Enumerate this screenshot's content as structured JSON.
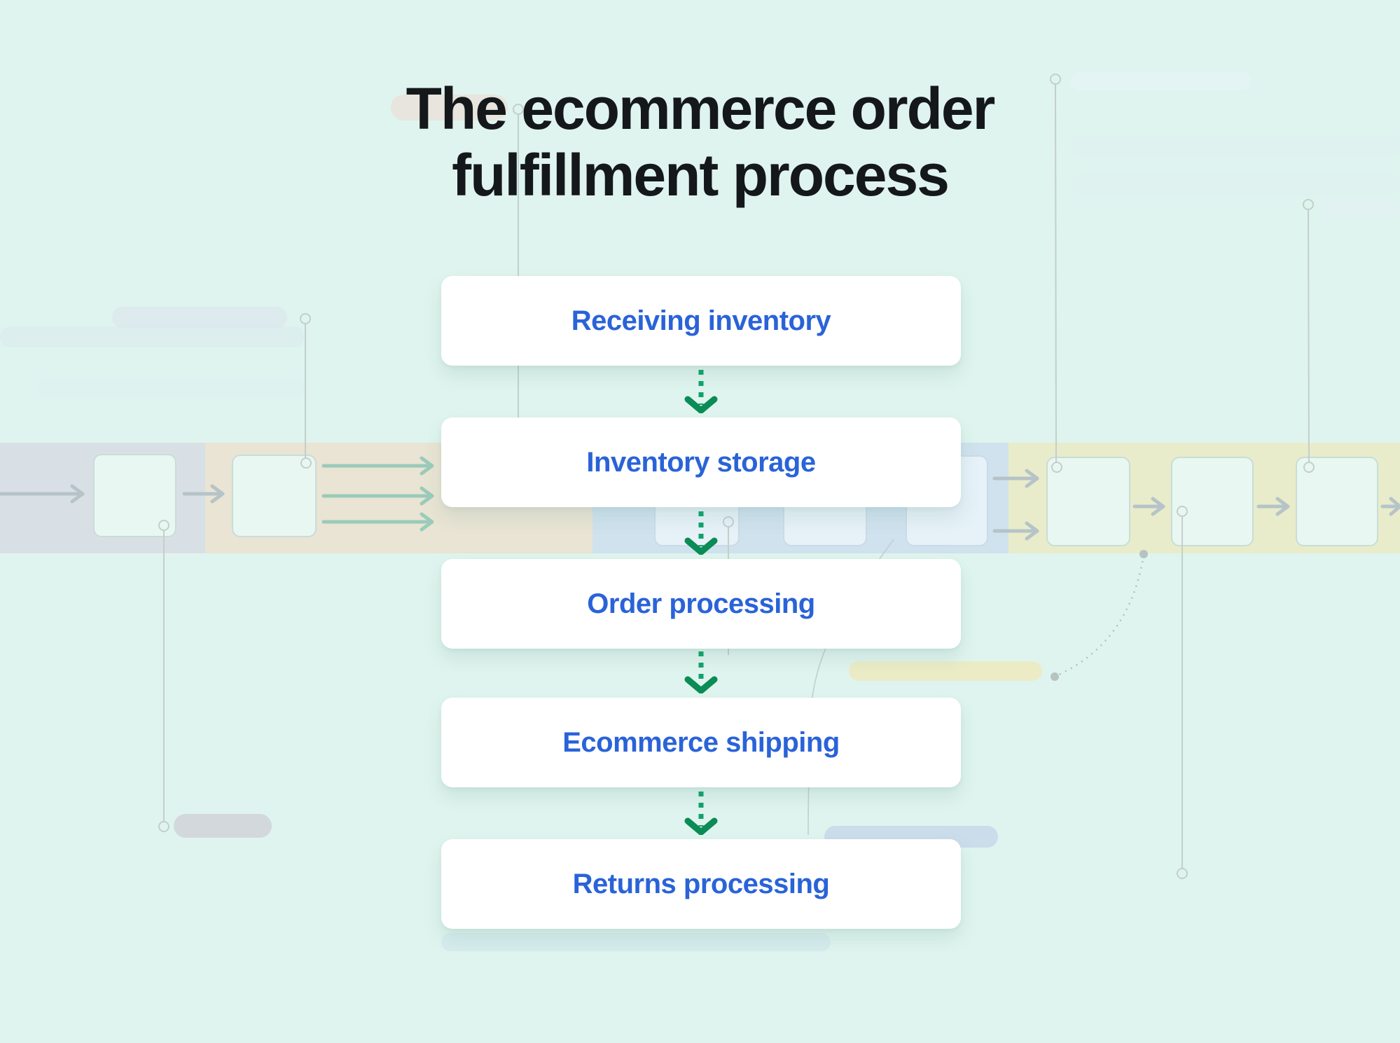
{
  "title": {
    "line1": "The ecommerce order",
    "line2": "fulfillment process"
  },
  "steps": [
    {
      "label": "Receiving inventory"
    },
    {
      "label": "Inventory storage"
    },
    {
      "label": "Order processing"
    },
    {
      "label": "Ecommerce shipping"
    },
    {
      "label": "Returns processing"
    }
  ],
  "colors": {
    "background": "#dff4ee",
    "title_text": "#15181a",
    "step_text": "#2a63d8",
    "step_card": "#ffffff",
    "arrow_dash_green": "#13a06b",
    "arrow_chevron_green": "#0b8b55",
    "band_gray": "#d9e0e5",
    "band_tan": "#e9e4d3",
    "band_blue": "#cfe2ee",
    "band_yellow": "#e8ecca",
    "connector_gray": "#c3cfcb"
  }
}
